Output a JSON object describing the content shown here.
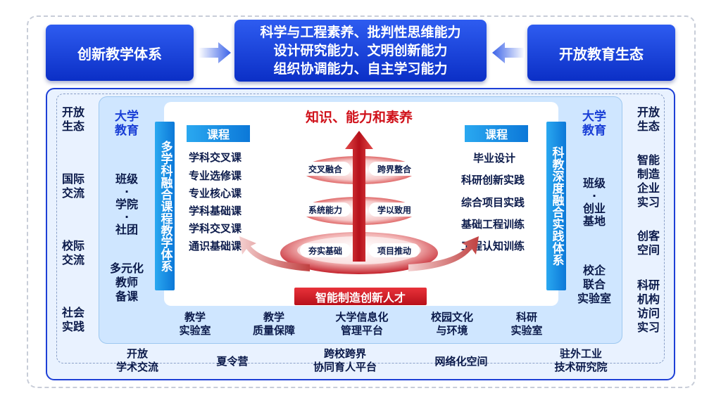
{
  "top": {
    "left": "创新教学体系",
    "right": "开放教育生态",
    "center_lines": [
      "科学与工程素养、批判性思维能力",
      "设计研究能力、文明创新能力",
      "组织协调能力、自主学习能力"
    ]
  },
  "outer_left": [
    "开放\n生态",
    "国际\n交流",
    "校际\n交流",
    "社会\n实践"
  ],
  "outer_right": [
    "开放\n生态",
    "智能\n制造\n企业\n实习",
    "创客\n空间",
    "科研\n机构\n访问\n实习"
  ],
  "inner_left": {
    "heading": "大学\n教育",
    "items": [
      "班级\n·\n学院\n·\n社团",
      "多元化\n教师\n备课"
    ]
  },
  "inner_right": {
    "heading": "大学\n教育",
    "items": [
      "班级\n·\n创业\n基地",
      "校企\n联合\n实验室"
    ]
  },
  "left_system": "多学科融合课程教学体系",
  "right_system": "科教深度融合实践体系",
  "left_course": {
    "heading": "课程",
    "items": [
      "学科交叉课",
      "专业选修课",
      "专业核心课",
      "学科基础课",
      "学科交叉课",
      "通识基础课"
    ]
  },
  "right_course": {
    "heading": "课程",
    "items": [
      "毕业设计",
      "科研创新实践",
      "综合项目实践",
      "基础工程训练",
      "工程认知训练"
    ]
  },
  "center": {
    "title": "知识、能力和素养",
    "tier1": [
      "交叉融合",
      "跨界整合"
    ],
    "tier2": [
      "系统能力",
      "学以致用"
    ],
    "tier3": [
      "夯实基础",
      "项目推动"
    ],
    "bottom_label": "智能制造创新人才"
  },
  "bottom_inner": [
    "教学\n实验室",
    "教学\n质量保障",
    "大学信息化\n管理平台",
    "校园文化\n与环境",
    "科研\n实验室"
  ],
  "bottom_outer": [
    "开放\n学术交流",
    "夏令营",
    "跨校跨界\n协同育人平台",
    "网络化空间",
    "驻外工业\n技术研究院"
  ],
  "colors": {
    "primary_blue": "#1a3fd6",
    "light_blue": "#cfe6ff",
    "accent_cyan": "#1a8fe0",
    "red": "#d0121b"
  }
}
